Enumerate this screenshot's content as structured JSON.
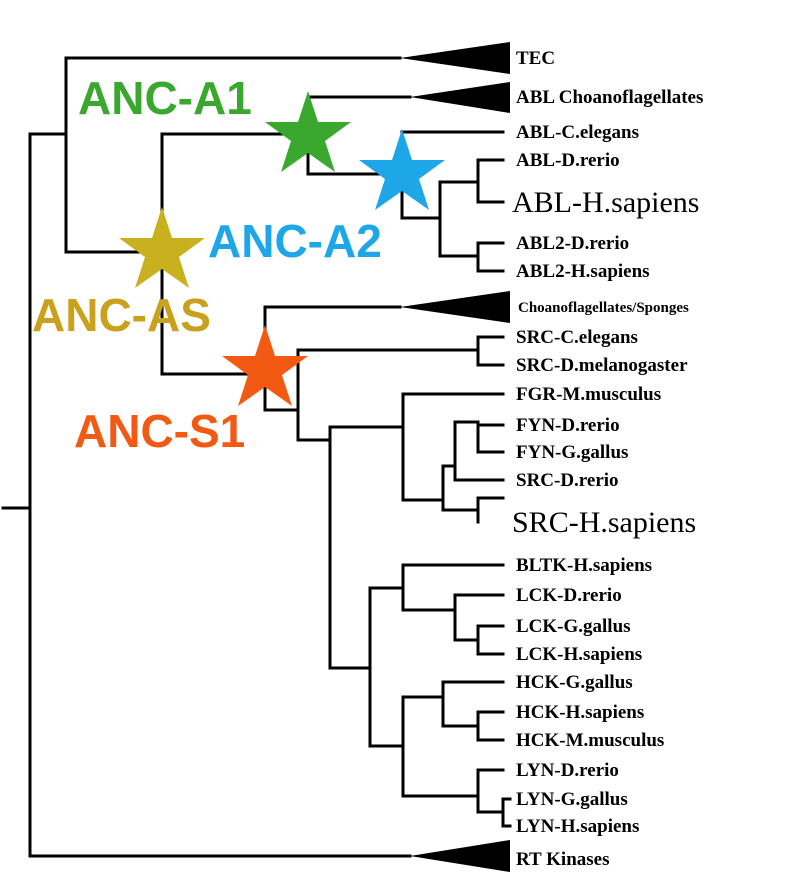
{
  "leaves": {
    "tec": "TEC",
    "abl_choano": "ABL Choanoflagellates",
    "abl_celegans": "ABL-C.elegans",
    "abl_drerio": "ABL-D.rerio",
    "abl_hsapiens": "ABL-H.sapiens",
    "abl2_drerio": "ABL2-D.rerio",
    "abl2_hsapiens": "ABL2-H.sapiens",
    "choano_sponges": "Choanoflagellates/Sponges",
    "src_celegans": "SRC-C.elegans",
    "src_dmelano": "SRC-D.melanogaster",
    "fgr_mmusculus": "FGR-M.musculus",
    "fyn_drerio": "FYN-D.rerio",
    "fyn_ggallus": "FYN-G.gallus",
    "src_drerio": "SRC-D.rerio",
    "src_hsapiens": "SRC-H.sapiens",
    "bltk_hsapiens": "BLTK-H.sapiens",
    "lck_drerio": "LCK-D.rerio",
    "lck_ggallus": "LCK-G.gallus",
    "lck_hsapiens": "LCK-H.sapiens",
    "hck_ggallus": "HCK-G.gallus",
    "hck_hsapiens": "HCK-H.sapiens",
    "hck_mmusculus": "HCK-M.musculus",
    "lyn_drerio": "LYN-D.rerio",
    "lyn_ggallus": "LYN-G.gallus",
    "lyn_hsapiens": "LYN-H.sapiens",
    "rt_kinases": "RT Kinases"
  },
  "ancestors": {
    "a1": "ANC-A1",
    "a2": "ANC-A2",
    "as": "ANC-AS",
    "s1": "ANC-S1"
  },
  "colors": {
    "anc_a1": "#3aa82e",
    "anc_a2": "#1ea7e8",
    "anc_as": "#c8b01e",
    "anc_as_text": "#c9a11d",
    "anc_s1": "#f25a13",
    "abl_hsapiens": "#1c2b8a",
    "src_hsapiens": "#c41818"
  }
}
